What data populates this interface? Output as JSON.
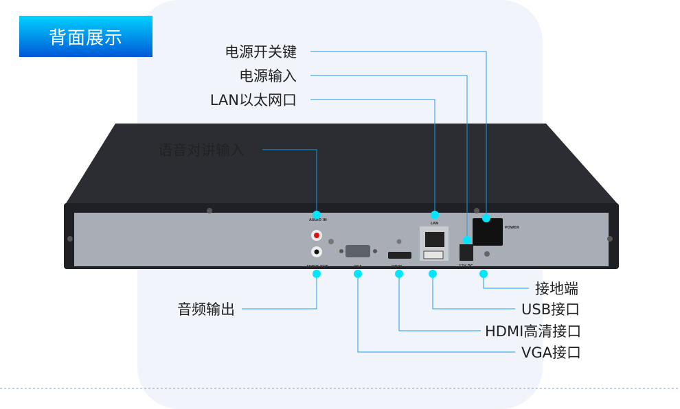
{
  "header": {
    "title": "背面展示"
  },
  "callouts": {
    "power_switch": "电源开关键",
    "power_input": "电源输入",
    "lan": "LAN以太网口",
    "audio_in": "语音对讲输入",
    "audio_out": "音频输出",
    "ground": "接地端",
    "usb": "USB接口",
    "hdmi": "HDMI高清接口",
    "vga": "VGA接口"
  },
  "panel_labels": {
    "audio_in": "AUDIO IN",
    "audio_out": "AUDIO OUT",
    "vga": "VGA",
    "hdmi": "HDMI",
    "lan": "LAN",
    "power": "POWER",
    "dc": "12V DC"
  },
  "colors": {
    "line": "#1a9be6",
    "dot": "#00e6ff",
    "badge_top": "#00d2ff",
    "badge_bottom": "#0058d6"
  }
}
